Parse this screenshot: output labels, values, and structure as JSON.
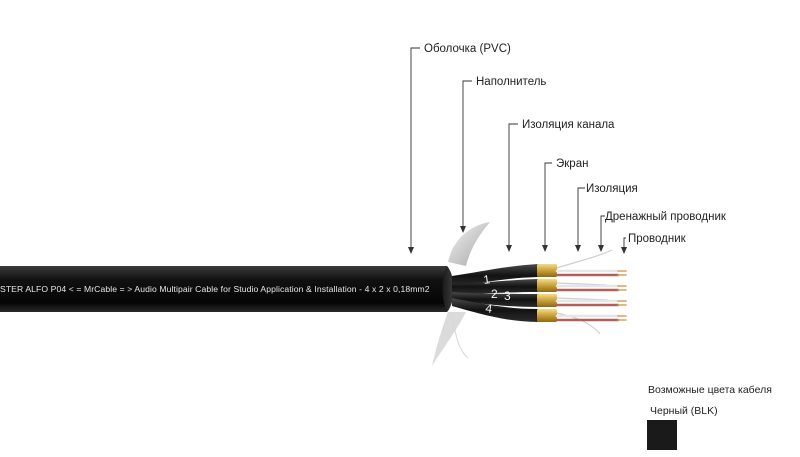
{
  "cable_print": "STER ALFO P04   <   = MrCable =   >   Audio Multipair Cable for Studio Application & Installation - 4 x 2 x 0,18mm2",
  "pair_numbers": [
    "1",
    "2",
    "3",
    "4"
  ],
  "callouts": [
    {
      "label": "Оболочка (PVC)"
    },
    {
      "label": "Наполнитель"
    },
    {
      "label": "Изоляция канала"
    },
    {
      "label": "Экран"
    },
    {
      "label": "Изоляция"
    },
    {
      "label": "Дренажный проводник"
    },
    {
      "label": "Проводник"
    }
  ],
  "cable_colors": {
    "title": "Возможные цвета кабеля",
    "options": [
      {
        "name": "Черный (BLK)",
        "swatch_color": "#1a1a1a"
      }
    ]
  }
}
